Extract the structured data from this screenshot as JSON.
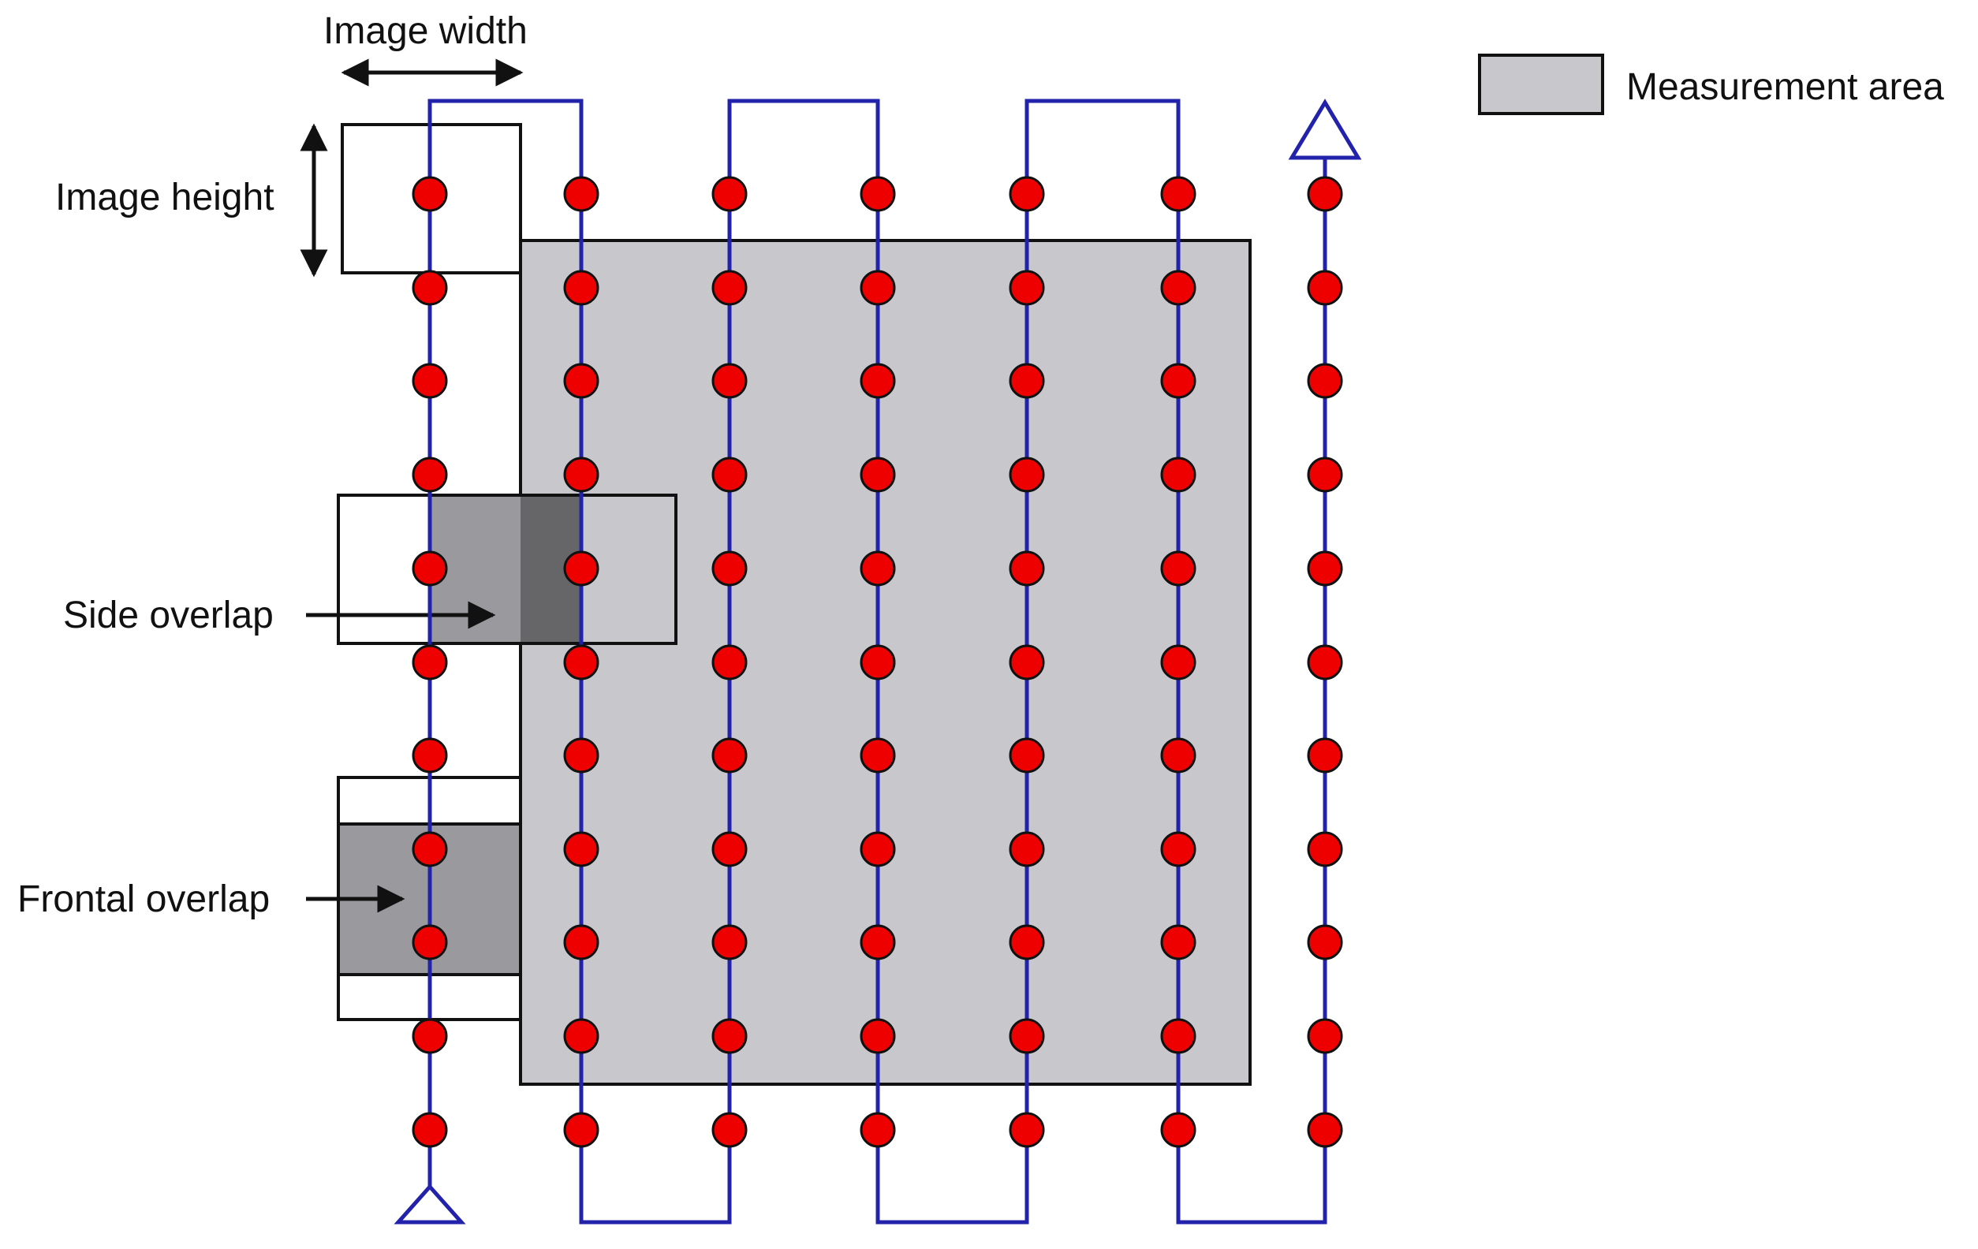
{
  "labels": {
    "image_width": "Image width",
    "image_height": "Image height",
    "side_overlap": "Side overlap",
    "frontal_overlap": "Frontal overlap"
  },
  "legend": {
    "measurement_area": "Measurement area"
  },
  "grid": {
    "flight_lines": 7,
    "photos_per_line": 11,
    "first_line_direction": "up"
  },
  "markers": {
    "start": "triangle-start-icon",
    "end": "triangle-end-icon"
  },
  "colors": {
    "flight_path": "#2222aa",
    "photo_point": "#ee0000",
    "photo_point_outline": "#111111",
    "measurement_area": "#c8c8cc",
    "overlap_light": "#9a9a9e",
    "overlap_dark": "#666668",
    "frame_stroke": "#111111",
    "background": "#ffffff"
  }
}
